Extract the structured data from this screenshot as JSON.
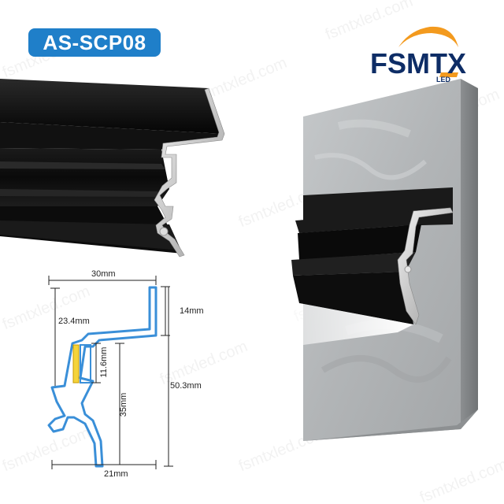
{
  "badge": {
    "text": "AS-SCP08",
    "color": "#1f7fc9"
  },
  "logo": {
    "name": "FSMTX",
    "sub": "LED",
    "primary_color": "#0e2d66",
    "accent_color": "#f39a1e"
  },
  "watermark": "fsmtxled.com",
  "dimensions": {
    "width_top": "30mm",
    "height_left": "23.4mm",
    "top_step": "14mm",
    "led_slot": "11.6mm",
    "inner_height": "35mm",
    "total_height": "50.3mm",
    "width_bottom": "21mm"
  }
}
